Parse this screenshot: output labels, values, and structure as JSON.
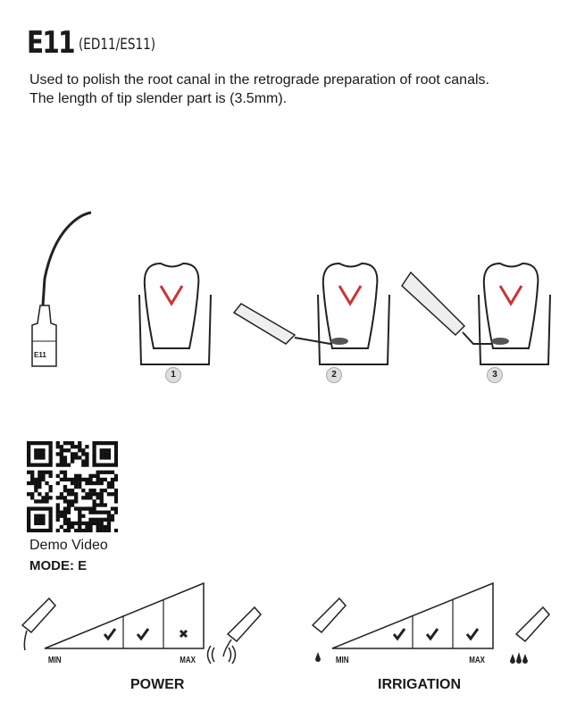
{
  "header": {
    "title": "E11",
    "subtitle": "(ED11/ES11)"
  },
  "description": [
    "Used to polish the root canal in the retrograde preparation of root canals.",
    "The length of tip slender part is (3.5mm)."
  ],
  "tip_label": "E11",
  "steps": [
    "1",
    "2",
    "3"
  ],
  "qr": {
    "label": "Demo Video"
  },
  "mode": "MODE: E",
  "power": {
    "title": "POWER",
    "min": "MIN",
    "max": "MAX",
    "levels": [
      "check",
      "check",
      "cross"
    ]
  },
  "irrigation": {
    "title": "IRRIGATION",
    "min": "MIN",
    "max": "MAX",
    "levels": [
      "check",
      "check",
      "check"
    ]
  }
}
